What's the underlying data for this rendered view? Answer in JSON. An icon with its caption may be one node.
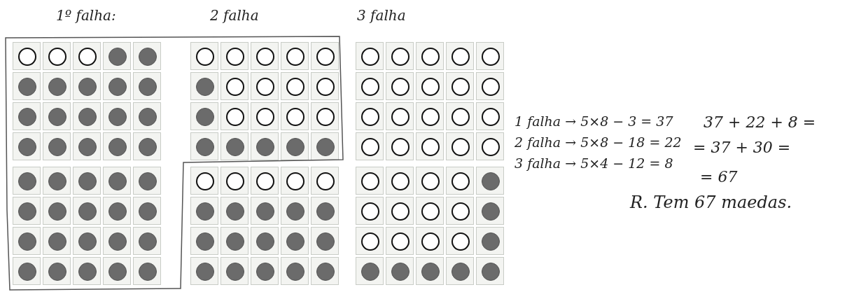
{
  "diagram": {
    "labels": [
      "1º falha:",
      "2 falha",
      "3 falha",
      "1 falha → 5×8 − 3 = 37",
      "2 falha → 5×8 − 18 = 22",
      "3 falha → 5×4 − 12 = 8",
      "37 + 22 + 8 =",
      "= 37 + 30 =",
      "= 67",
      "R. Tem 67 maedas."
    ]
  }
}
